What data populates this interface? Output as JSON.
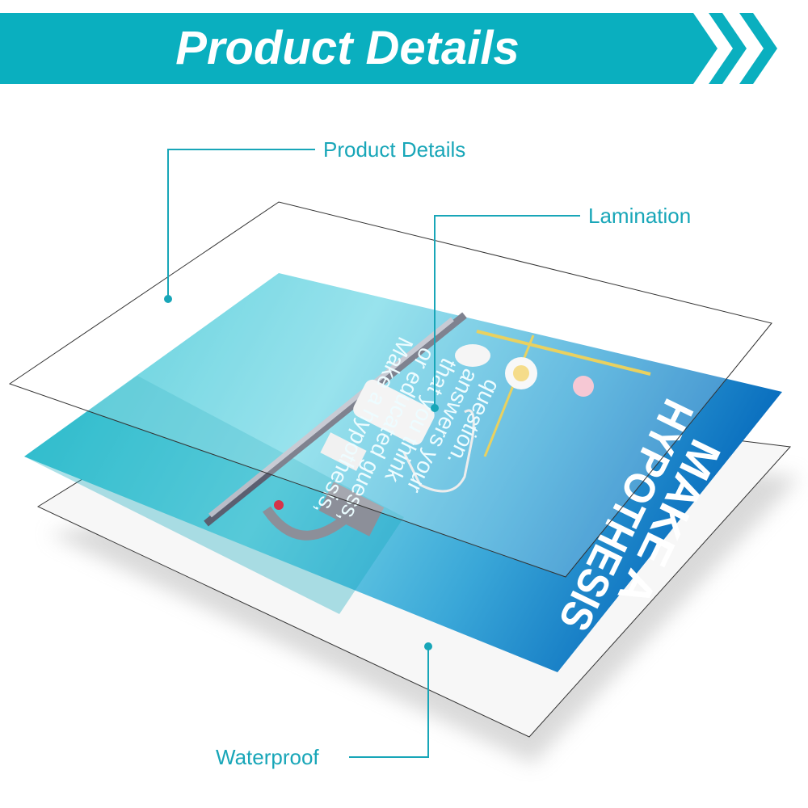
{
  "banner": {
    "title": "Product Details"
  },
  "callouts": {
    "top_label": "Product Details",
    "lamination": "Lamination",
    "waterproof": "Waterproof"
  },
  "poster": {
    "headline_line1": "MAKE A",
    "headline_line2": "HYPOTHESIS",
    "body_lines": [
      "Make a hypothesis,",
      "or educated guess,",
      "that you think",
      "answers your",
      "question."
    ]
  },
  "colors": {
    "accent": "#0aafbf",
    "poster_blue": "#0a6fbf",
    "poster_light": "#6fd4e6",
    "label": "#18a6b8"
  }
}
